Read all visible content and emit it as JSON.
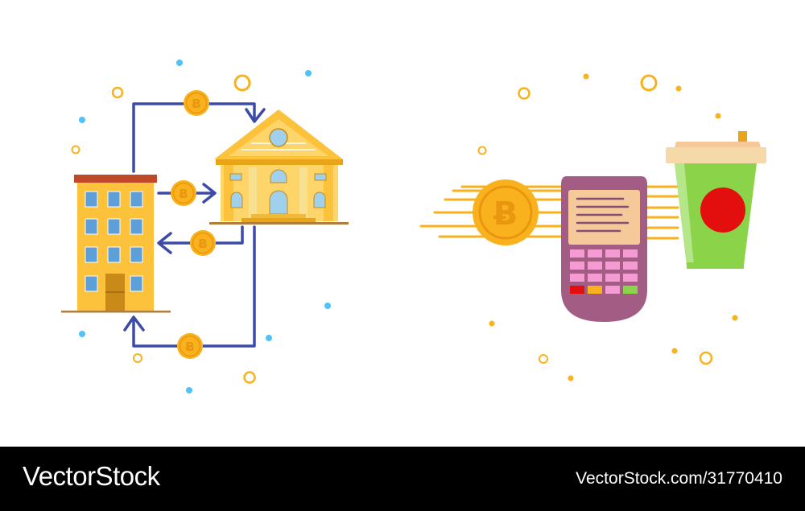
{
  "watermark": {
    "brand": "VectorStock",
    "image_url": "VectorStock.com/31770410"
  },
  "colors": {
    "building_yellow": "#fcc23b",
    "bank_yellow": "#fdd56a",
    "arrow_blue": "#3d4ba8",
    "coin_orange": "#f9b21d",
    "terminal_purple": "#a35c84",
    "cup_green": "#8bd44a",
    "cup_dot_red": "#e30e0e",
    "dot_blue": "#4fc3f7",
    "footer_black": "#000000"
  },
  "icons": {
    "left_scene": [
      "apartment-building-icon",
      "bank-building-icon",
      "bitcoin-coin-icon",
      "cycle-arrow-icon"
    ],
    "right_scene": [
      "bitcoin-coin-icon",
      "payment-terminal-icon",
      "coffee-cup-icon"
    ]
  },
  "coin_symbol": "Ƀ"
}
